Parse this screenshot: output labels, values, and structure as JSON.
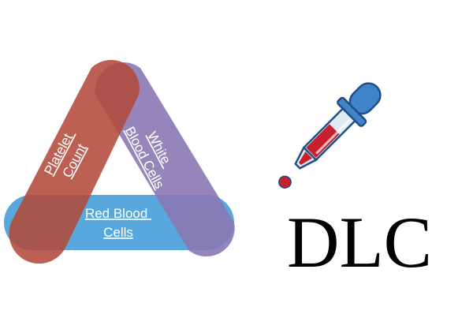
{
  "diagram": {
    "bands": {
      "platelet": {
        "label_line1": "Platelet",
        "label_line2": "Count",
        "color": "#b24a3a"
      },
      "white": {
        "label_line1": "White",
        "label_line2": "Blood Cells",
        "color": "#8a78b4"
      },
      "red": {
        "label_line1": "Red Blood",
        "label_line2": "Cells",
        "color": "#4fa3dc"
      }
    }
  },
  "dropper": {
    "bulb_color": "#3f83c9",
    "liquid_color": "#c81f2c",
    "drop_color": "#c81f2c"
  },
  "title": "DLC"
}
